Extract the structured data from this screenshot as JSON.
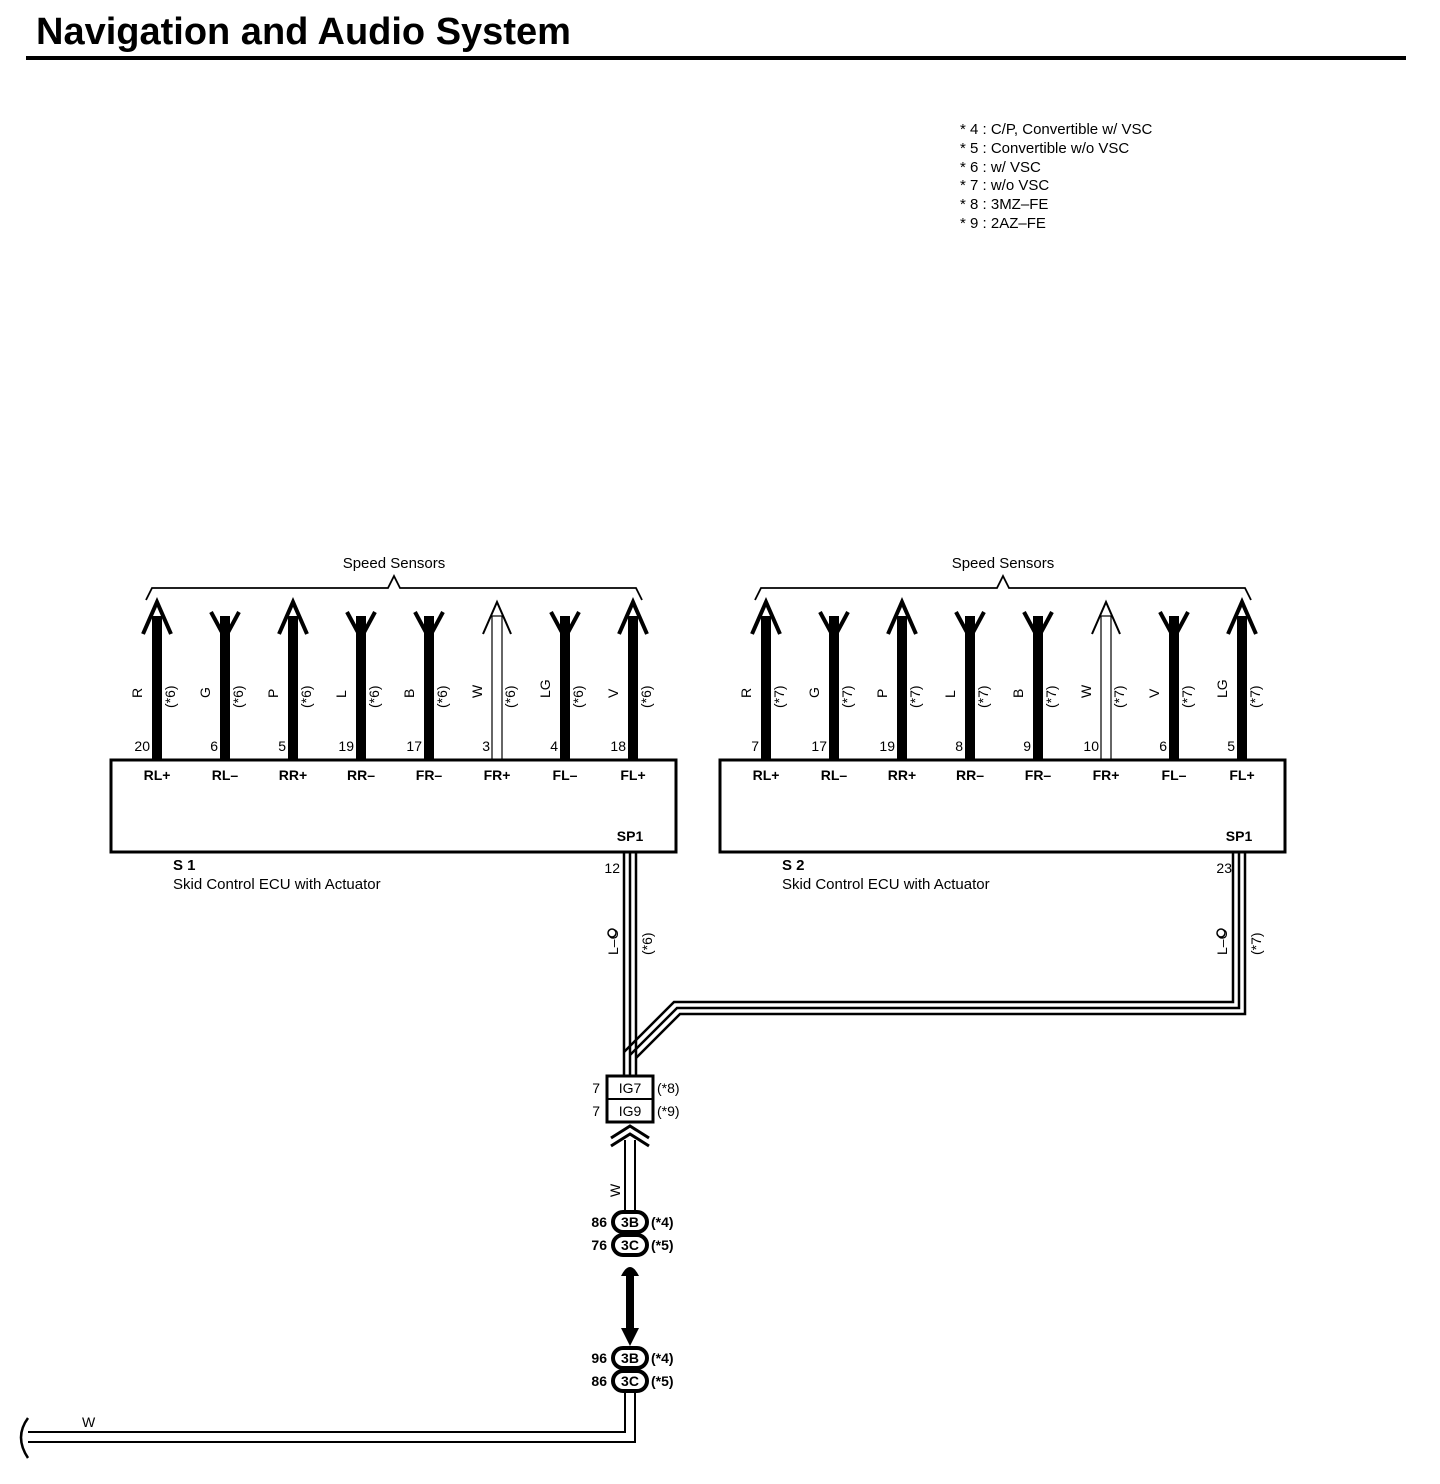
{
  "page_title": "Navigation and Audio System",
  "notes": [
    "* 4 : C/P,  Convertible w/ VSC",
    "* 5 : Convertible w/o VSC",
    "* 6 : w/ VSC",
    "* 7 : w/o VSC",
    "* 8 : 3MZ–FE",
    "* 9 : 2AZ–FE"
  ],
  "ecus": [
    {
      "code": "S 1",
      "name": "Skid Control ECU with Actuator",
      "sensors_label": "Speed Sensors",
      "condition": "(*6)",
      "output_terminal": "SP1",
      "output_pin": "12",
      "output_wire_color": "L–O",
      "terminals": [
        {
          "name": "RL+",
          "pin": "20",
          "wire": "R",
          "dir": "out",
          "style": "black"
        },
        {
          "name": "RL–",
          "pin": "6",
          "wire": "G",
          "dir": "in",
          "style": "black"
        },
        {
          "name": "RR+",
          "pin": "5",
          "wire": "P",
          "dir": "out",
          "style": "black"
        },
        {
          "name": "RR–",
          "pin": "19",
          "wire": "L",
          "dir": "in",
          "style": "black"
        },
        {
          "name": "FR–",
          "pin": "17",
          "wire": "B",
          "dir": "in",
          "style": "black"
        },
        {
          "name": "FR+",
          "pin": "3",
          "wire": "W",
          "dir": "out",
          "style": "white"
        },
        {
          "name": "FL–",
          "pin": "4",
          "wire": "LG",
          "dir": "in",
          "style": "black"
        },
        {
          "name": "FL+",
          "pin": "18",
          "wire": "V",
          "dir": "out",
          "style": "black"
        }
      ]
    },
    {
      "code": "S 2",
      "name": "Skid Control ECU with Actuator",
      "sensors_label": "Speed Sensors",
      "condition": "(*7)",
      "output_terminal": "SP1",
      "output_pin": "23",
      "output_wire_color": "L–O",
      "terminals": [
        {
          "name": "RL+",
          "pin": "7",
          "wire": "R",
          "dir": "out",
          "style": "black"
        },
        {
          "name": "RL–",
          "pin": "17",
          "wire": "G",
          "dir": "in",
          "style": "black"
        },
        {
          "name": "RR+",
          "pin": "19",
          "wire": "P",
          "dir": "out",
          "style": "black"
        },
        {
          "name": "RR–",
          "pin": "8",
          "wire": "L",
          "dir": "in",
          "style": "black"
        },
        {
          "name": "FR–",
          "pin": "9",
          "wire": "B",
          "dir": "in",
          "style": "black"
        },
        {
          "name": "FR+",
          "pin": "10",
          "wire": "W",
          "dir": "out",
          "style": "white"
        },
        {
          "name": "FL–",
          "pin": "6",
          "wire": "V",
          "dir": "in",
          "style": "black"
        },
        {
          "name": "FL+",
          "pin": "5",
          "wire": "LG",
          "dir": "out",
          "style": "black"
        }
      ]
    }
  ],
  "connector_ig": [
    {
      "pin": "7",
      "code": "IG7",
      "condition": "(*8)"
    },
    {
      "pin": "7",
      "code": "IG9",
      "condition": "(*9)"
    }
  ],
  "wire_below_ig": "W",
  "junction_upper": [
    {
      "pin": "86",
      "code": "3B",
      "condition": "(*4)"
    },
    {
      "pin": "76",
      "code": "3C",
      "condition": "(*5)"
    }
  ],
  "junction_lower": [
    {
      "pin": "96",
      "code": "3B",
      "condition": "(*4)"
    },
    {
      "pin": "86",
      "code": "3C",
      "condition": "(*5)"
    }
  ],
  "bottom_wire": "W"
}
